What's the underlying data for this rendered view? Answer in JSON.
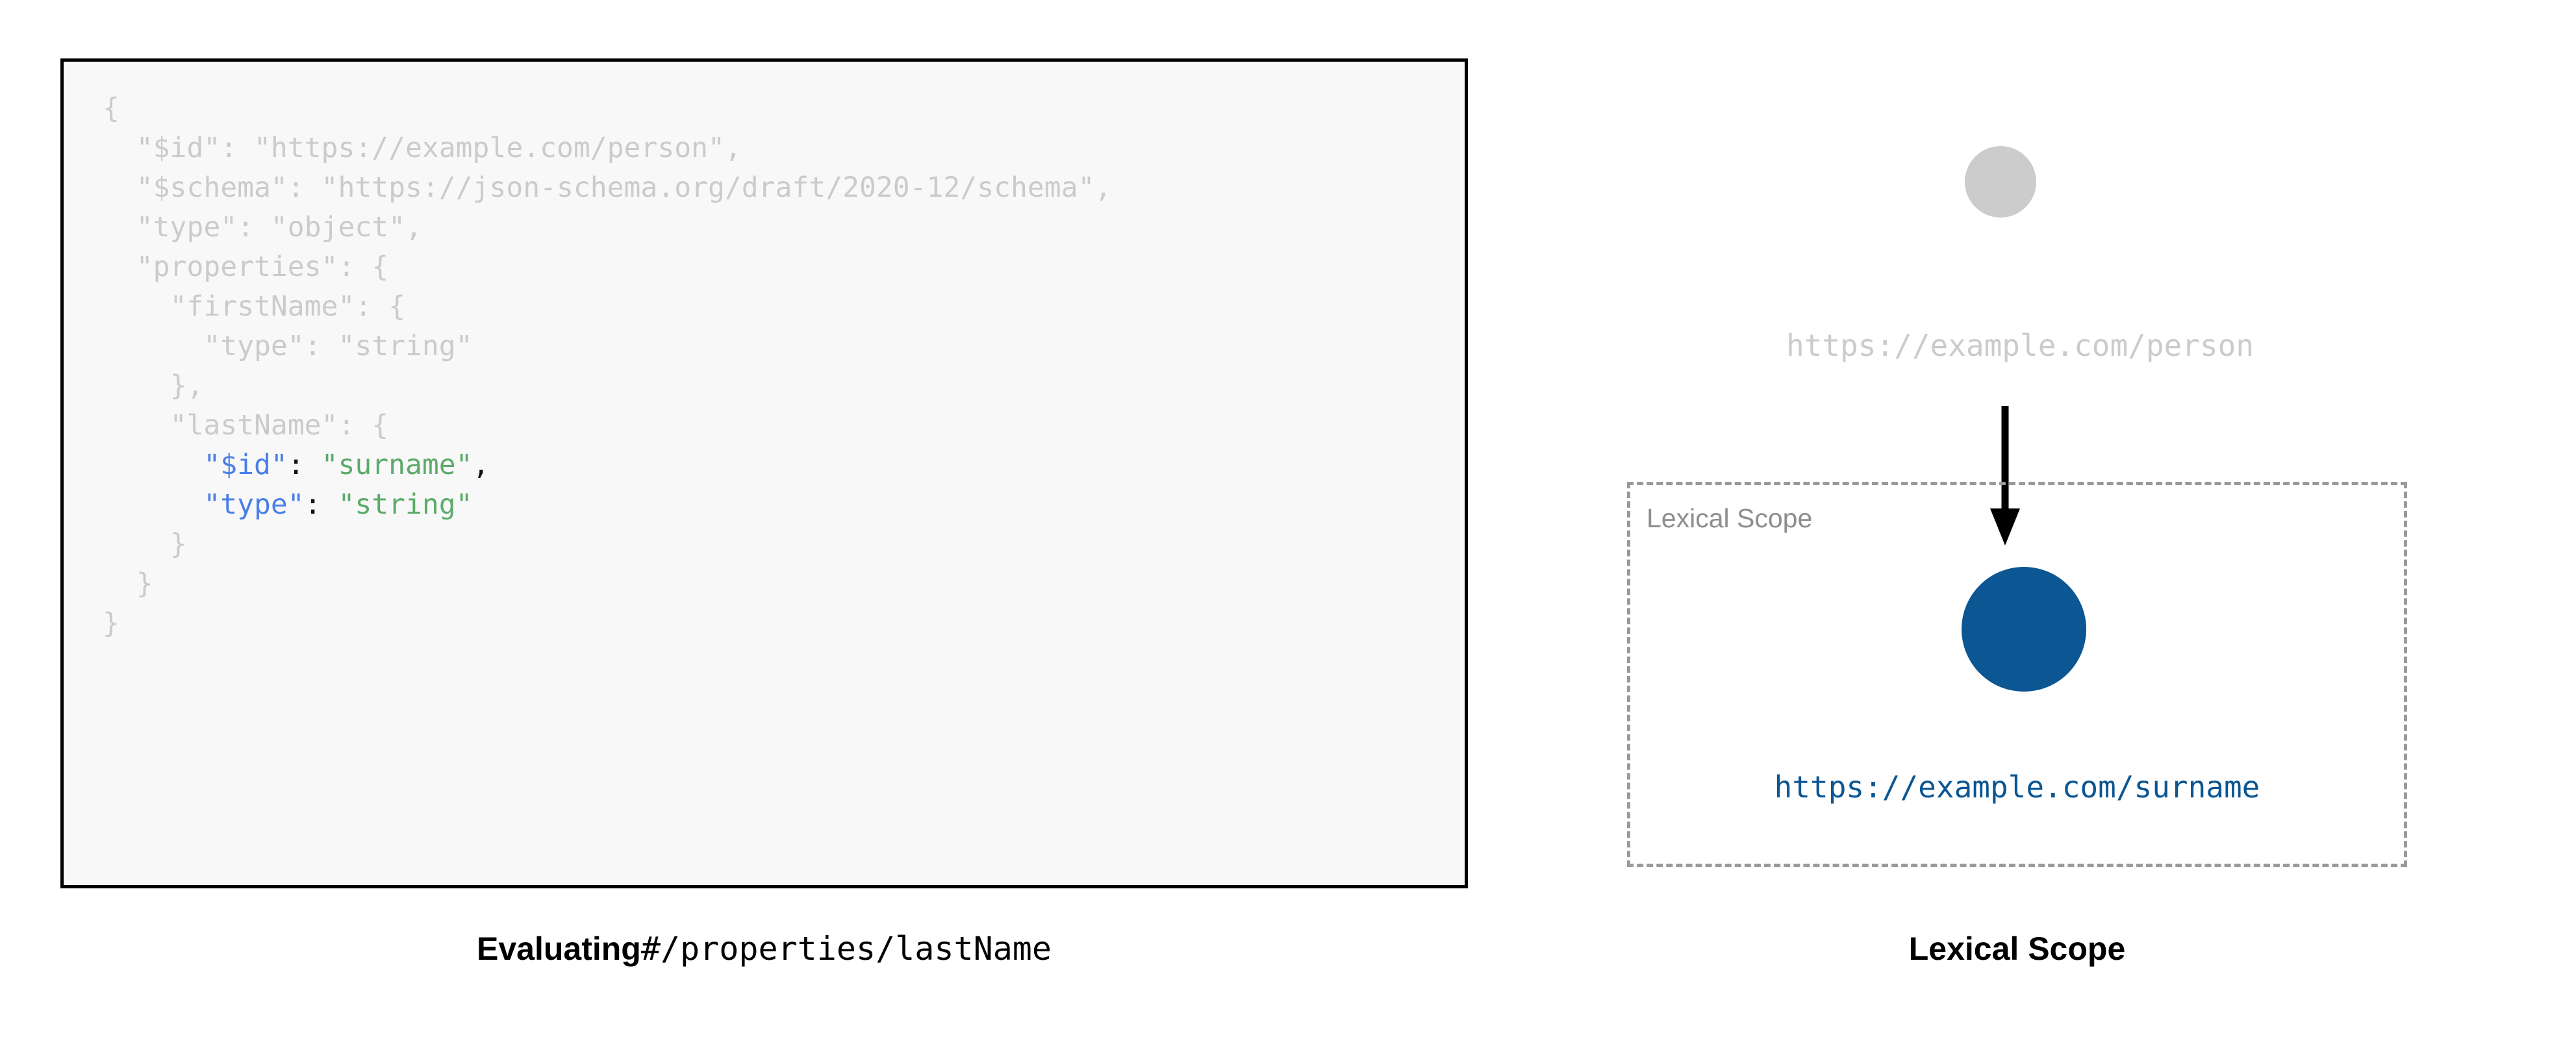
{
  "left_panel": {
    "code": {
      "language": "json",
      "lines": [
        {
          "indent": 0,
          "segments": [
            {
              "text": "{",
              "style": "dim"
            }
          ]
        },
        {
          "indent": 1,
          "segments": [
            {
              "text": "\"$id\": \"https://example.com/person\",",
              "style": "dim"
            }
          ]
        },
        {
          "indent": 1,
          "segments": [
            {
              "text": "\"$schema\": \"https://json-schema.org/draft/2020-12/schema\",",
              "style": "dim"
            }
          ]
        },
        {
          "indent": 1,
          "segments": [
            {
              "text": "\"type\": \"object\",",
              "style": "dim"
            }
          ]
        },
        {
          "indent": 1,
          "segments": [
            {
              "text": "\"properties\": {",
              "style": "dim"
            }
          ]
        },
        {
          "indent": 2,
          "segments": [
            {
              "text": "\"firstName\": {",
              "style": "dim"
            }
          ]
        },
        {
          "indent": 3,
          "segments": [
            {
              "text": "\"type\": \"string\"",
              "style": "dim"
            }
          ]
        },
        {
          "indent": 2,
          "segments": [
            {
              "text": "},",
              "style": "dim"
            }
          ]
        },
        {
          "indent": 2,
          "segments": [
            {
              "text": "\"lastName\": {",
              "style": "dim"
            }
          ]
        },
        {
          "indent": 3,
          "segments": [
            {
              "text": "\"$id\"",
              "style": "key"
            },
            {
              "text": ": ",
              "style": "punct"
            },
            {
              "text": "\"surname\"",
              "style": "string"
            },
            {
              "text": ",",
              "style": "punct"
            }
          ]
        },
        {
          "indent": 3,
          "segments": [
            {
              "text": "\"type\"",
              "style": "key"
            },
            {
              "text": ": ",
              "style": "punct"
            },
            {
              "text": "\"string\"",
              "style": "string"
            }
          ]
        },
        {
          "indent": 2,
          "segments": [
            {
              "text": "}",
              "style": "dim"
            }
          ]
        },
        {
          "indent": 1,
          "segments": [
            {
              "text": "}",
              "style": "dim"
            }
          ]
        },
        {
          "indent": 0,
          "segments": [
            {
              "text": "}",
              "style": "dim"
            }
          ]
        }
      ]
    },
    "caption": {
      "bold_text": "Evaluating",
      "mono_text": "#/properties/lastName"
    }
  },
  "right_panel": {
    "outer_node": {
      "label": "https://example.com/person",
      "color": "#cccccc",
      "state": "inactive"
    },
    "arrow": {
      "name": "arrow-down",
      "color": "#000000"
    },
    "scope_box": {
      "label": "Lexical Scope",
      "border_style": "dashed",
      "border_color": "#9a9a9a"
    },
    "inner_node": {
      "label": "https://example.com/surname",
      "color": "#0b5693",
      "state": "active"
    },
    "caption": "Lexical Scope"
  },
  "colors": {
    "code_dim": "#cbcbcb",
    "code_key": "#4a7fe8",
    "code_string": "#5cab6a",
    "code_punct": "#111111",
    "code_bg": "#f8f8f8",
    "code_border": "#000000",
    "accent_blue": "#0b5693",
    "muted_gray": "#cccccc",
    "dashed_gray": "#9a9a9a"
  }
}
